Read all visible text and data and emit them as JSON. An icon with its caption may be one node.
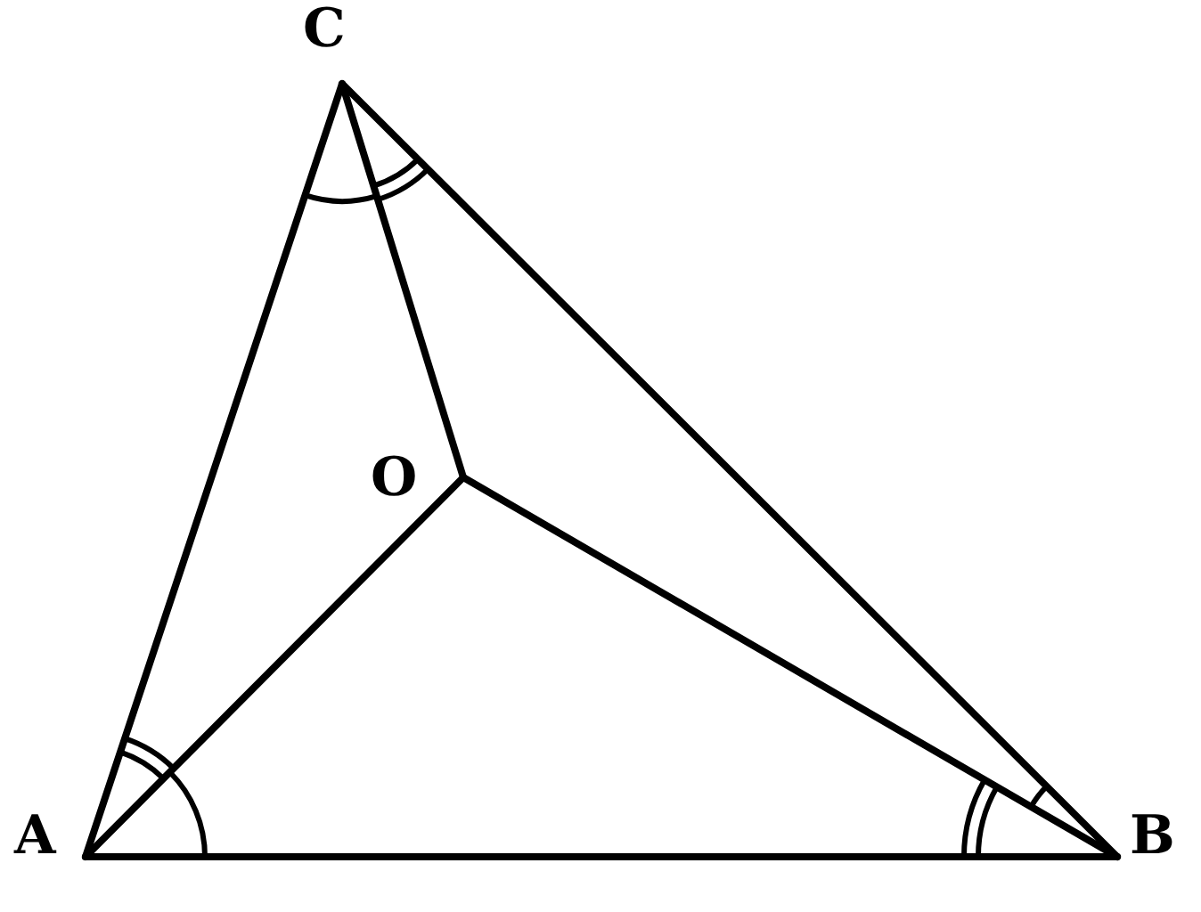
{
  "diagram": {
    "nodes": [
      {
        "text": [
          "C"
        ]
      },
      {
        "text": [
          "O"
        ]
      },
      {
        "text": [
          "A"
        ]
      },
      {
        "text": [
          "B"
        ]
      }
    ],
    "edges": [
      {
        "from": 2,
        "to": 3,
        "arrow": "none"
      },
      {
        "from": 2,
        "to": 0,
        "arrow": "none"
      },
      {
        "from": 3,
        "to": 0,
        "arrow": "none"
      },
      {
        "from": 0,
        "to": 1,
        "arrow": "none"
      },
      {
        "from": 2,
        "to": 1,
        "arrow": "none"
      },
      {
        "from": 3,
        "to": 1,
        "arrow": "none"
      }
    ]
  }
}
